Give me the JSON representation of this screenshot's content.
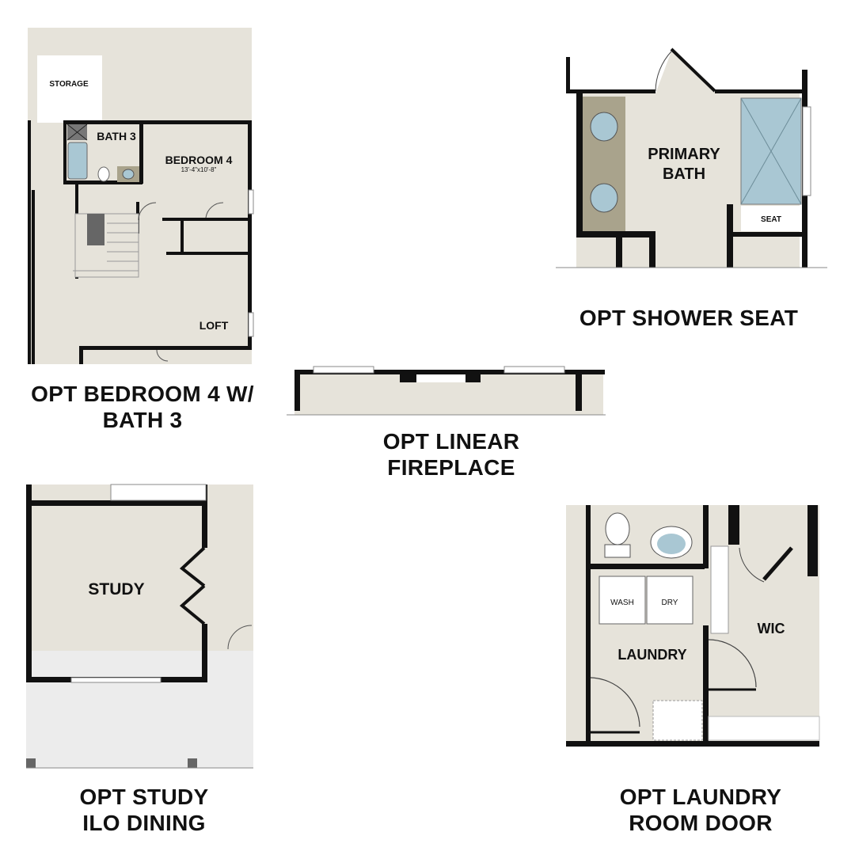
{
  "plans": {
    "bedroom4": {
      "caption": [
        "OPT BEDROOM 4 W/",
        "BATH 3"
      ],
      "rooms": {
        "storage": "STORAGE",
        "bath3": "BATH 3",
        "bedroom4": "BEDROOM 4",
        "bedroom4_dims": "13'-4\"x10'-8\"",
        "loft": "LOFT"
      }
    },
    "shower_seat": {
      "caption": [
        "OPT SHOWER SEAT"
      ],
      "rooms": {
        "primary_bath_line1": "PRIMARY",
        "primary_bath_line2": "BATH",
        "seat": "SEAT"
      }
    },
    "fireplace": {
      "caption": [
        "OPT LINEAR",
        "FIREPLACE"
      ]
    },
    "study": {
      "caption": [
        "OPT STUDY",
        "ILO DINING"
      ],
      "rooms": {
        "study": "STUDY"
      }
    },
    "laundry": {
      "caption": [
        "OPT LAUNDRY",
        "ROOM DOOR"
      ],
      "rooms": {
        "wash": "WASH",
        "dry": "DRY",
        "laundry": "LAUNDRY",
        "wic": "WIC"
      }
    }
  },
  "colors": {
    "floor": "#e6e3da",
    "wall": "#111111",
    "fixture": "#a9c7d3",
    "counter": "#a9a38c",
    "outline": "#bdbdbd"
  }
}
